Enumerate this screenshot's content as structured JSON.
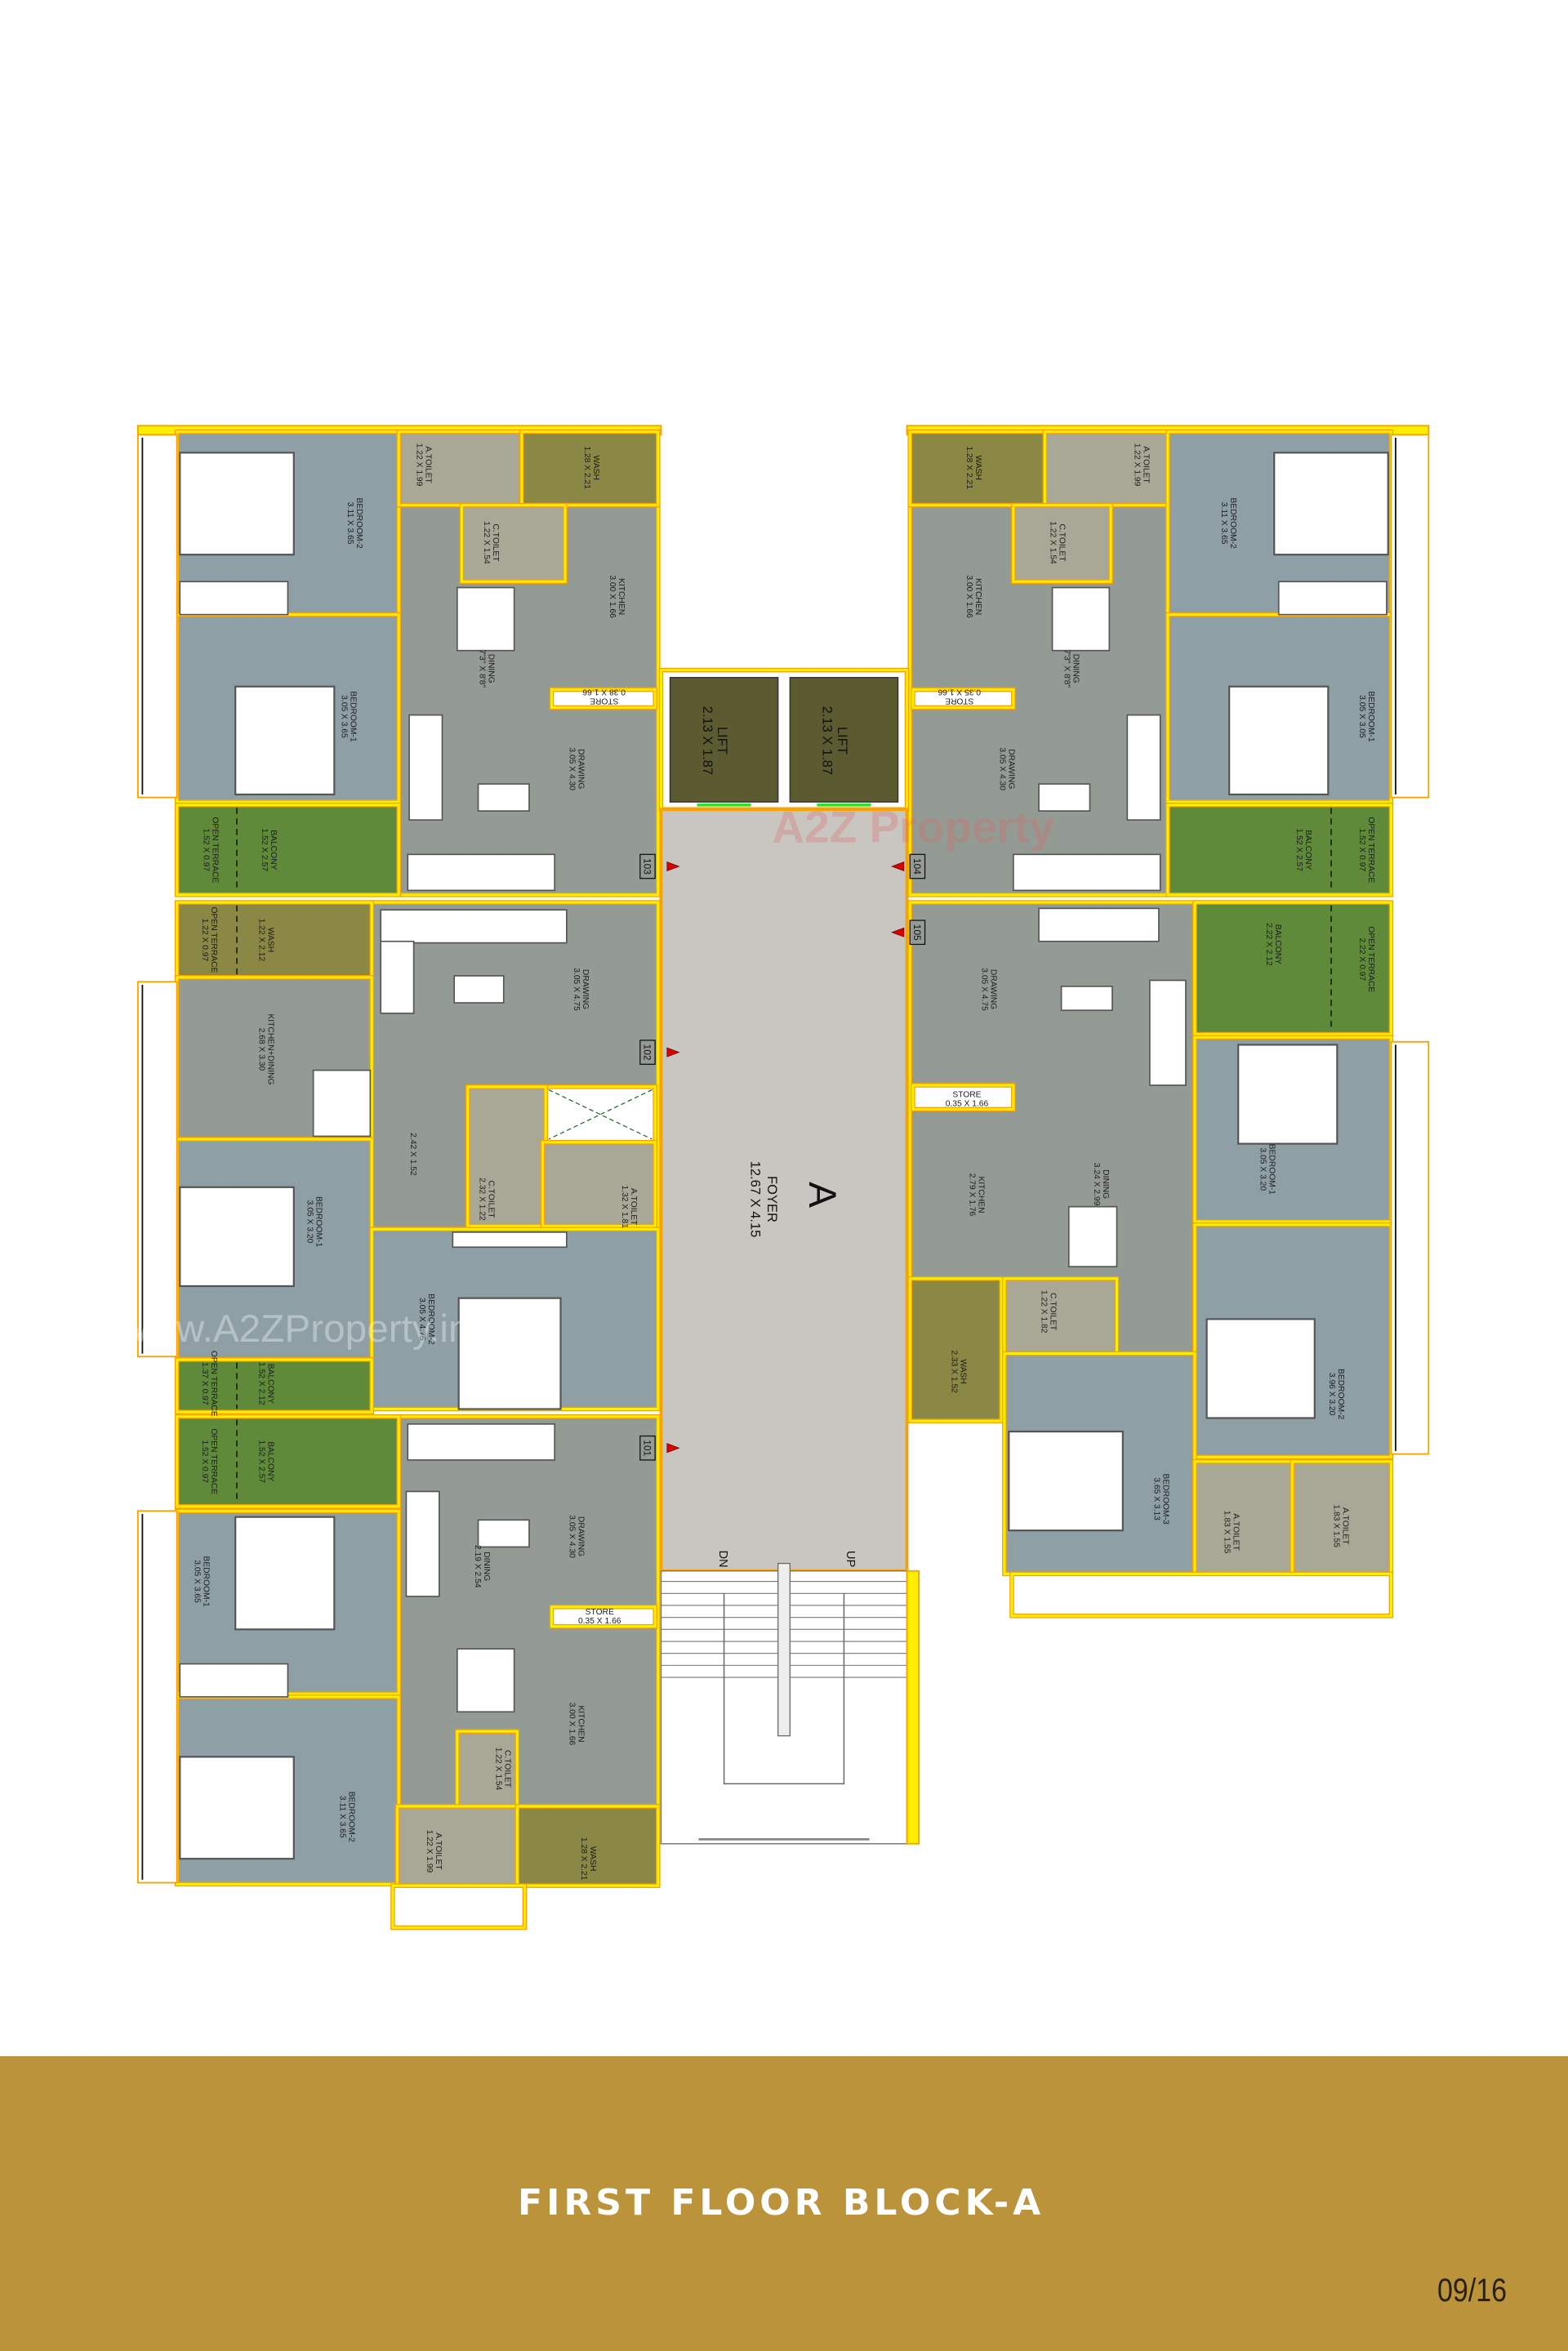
{
  "title": "FIRST FLOOR BLOCK-A",
  "page": "09/16",
  "watermarks": [
    "A2Z Property",
    "www.A2ZProperty.in"
  ],
  "colors": {
    "banner": "#bb933b",
    "wall": "#ffee00",
    "wall_edge": "#f5a300",
    "window": "#33dd33",
    "bedroom": "#8ea0a6",
    "living": "#939b94",
    "toilet": "#a9a897",
    "wash": "#8a8844",
    "balcony": "#5f8a3a",
    "foyer": "#c9c5c0",
    "lift": "#5b5a30",
    "door_marker": "#dd0000"
  },
  "core": {
    "block_letter": "A",
    "foyer": {
      "name": "FOYER",
      "dims": "12.67 X 4.15"
    },
    "lifts": [
      {
        "name": "LIFT",
        "dims": "2.13 X 1.87"
      },
      {
        "name": "LIFT",
        "dims": "2.13 X 1.87"
      }
    ],
    "stairs": {
      "down": "DN",
      "up": "UP"
    }
  },
  "units": {
    "u103": {
      "tag": "103",
      "rooms": [
        {
          "name": "BEDROOM-2",
          "dims": "3.11 X 3.65"
        },
        {
          "name": "BEDROOM-1",
          "dims": "3.05 X 3.65"
        },
        {
          "name": "A.TOILET",
          "dims": "1.22 X 1.99"
        },
        {
          "name": "WASH",
          "dims": "1.28 X 2.21"
        },
        {
          "name": "C.TOILET",
          "dims": "1.22 X 1.54"
        },
        {
          "name": "KITCHEN",
          "dims": "3.00 X 1.66"
        },
        {
          "name": "DINING",
          "dims": "7'3\" X 8'8\""
        },
        {
          "name": "STORE",
          "dims": "0.38 X 1.66"
        },
        {
          "name": "DRAWING",
          "dims": "3.05 X 4.30"
        },
        {
          "name": "BALCONY",
          "dims": "1.52 X 2.57"
        },
        {
          "name": "OPEN TERRACE",
          "dims": "1.52 X 0.97"
        }
      ]
    },
    "u104": {
      "tag": "104",
      "rooms": [
        {
          "name": "WASH",
          "dims": "1.28 X 2.21"
        },
        {
          "name": "A.TOILET",
          "dims": "1.22 X 1.99"
        },
        {
          "name": "C.TOILET",
          "dims": "1.22 X 1.54"
        },
        {
          "name": "BEDROOM-2",
          "dims": "3.11 X 3.65"
        },
        {
          "name": "BEDROOM-1",
          "dims": "3.05 X 3.05"
        },
        {
          "name": "KITCHEN",
          "dims": "3.00 X 1.66"
        },
        {
          "name": "DINING",
          "dims": "7'3\" X 8'8\""
        },
        {
          "name": "STORE",
          "dims": "0.35 X 1.66"
        },
        {
          "name": "DRAWING",
          "dims": "3.05 X 4.30"
        },
        {
          "name": "BALCONY",
          "dims": "1.52 X 2.57"
        },
        {
          "name": "OPEN TERRACE",
          "dims": "1.52 X 0.97"
        }
      ]
    },
    "u102": {
      "tag": "102",
      "rooms": [
        {
          "name": "WASH",
          "dims": "1.22 X 2.12"
        },
        {
          "name": "OPEN TERRACE",
          "dims": "1.22 X 0.97"
        },
        {
          "name": "KITCHEN+DINING",
          "dims": "2.68 X 3.30"
        },
        {
          "name": "DRAWING",
          "dims": "3.05 X 4.75"
        },
        {
          "name": "",
          "dims": "2.42 X 1.52"
        },
        {
          "name": "C.TOILET",
          "dims": "2.32 X 1.22"
        },
        {
          "name": "A.TOILET",
          "dims": "1.32 X 1.81"
        },
        {
          "name": "BEDROOM-1",
          "dims": "3.05 X 3.20"
        },
        {
          "name": "BEDROOM-2",
          "dims": "3.05 X 4.75"
        },
        {
          "name": "BALCONY",
          "dims": "1.52 X 2.12"
        },
        {
          "name": "OPEN TERRACE",
          "dims": "1.37 X 0.97"
        }
      ]
    },
    "u101": {
      "tag": "101",
      "rooms": [
        {
          "name": "BALCONY",
          "dims": "1.52 X 2.57"
        },
        {
          "name": "OPEN TERRACE",
          "dims": "1.52 X 0.97"
        },
        {
          "name": "BEDROOM-1",
          "dims": "3.05 X 3.65"
        },
        {
          "name": "BEDROOM-2",
          "dims": "3.11 X 3.65"
        },
        {
          "name": "DRAWING",
          "dims": "3.05 X 4.30"
        },
        {
          "name": "DINING",
          "dims": "2.19 X 2.54"
        },
        {
          "name": "STORE",
          "dims": "0.35 X 1.66"
        },
        {
          "name": "KITCHEN",
          "dims": "3.00 X 1.66"
        },
        {
          "name": "C.TOILET",
          "dims": "1.22 X 1.54"
        },
        {
          "name": "A.TOILET",
          "dims": "1.22 X 1.99"
        },
        {
          "name": "WASH",
          "dims": "1.28 X 2.21"
        }
      ]
    },
    "u105": {
      "tag": "105",
      "rooms": [
        {
          "name": "DRAWING",
          "dims": "3.05 X 4.75"
        },
        {
          "name": "BALCONY",
          "dims": "2.22 X 2.12"
        },
        {
          "name": "OPEN TERRACE",
          "dims": "2.22 X 0.97"
        },
        {
          "name": "STORE",
          "dims": "0.35 X 1.66"
        },
        {
          "name": "KITCHEN",
          "dims": "2.79 X 1.76"
        },
        {
          "name": "DINING",
          "dims": "3.24 X 2.99"
        },
        {
          "name": "WASH",
          "dims": "2.33 X 1.52"
        },
        {
          "name": "C.TOILET",
          "dims": "1.22 X 1.82"
        },
        {
          "name": "BEDROOM-1",
          "dims": "3.05 X 3.20"
        },
        {
          "name": "BEDROOM-2",
          "dims": "3.96 X 3.20"
        },
        {
          "name": "BEDROOM-3",
          "dims": "3.65 X 3.13"
        },
        {
          "name": "A.TOILET",
          "dims": "1.83 X 1.55"
        },
        {
          "name": "A.TOILET",
          "dims": "1.83 X 1.55"
        }
      ]
    }
  }
}
